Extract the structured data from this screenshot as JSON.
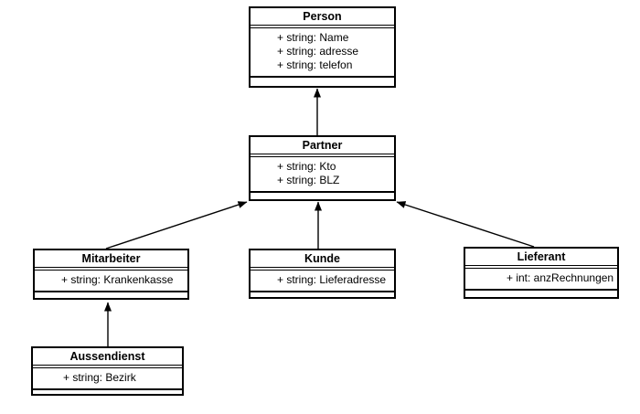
{
  "diagram": {
    "kind": "uml-class-diagram",
    "colors": {
      "background": "#ffffff",
      "line": "#000000",
      "box_fill": "#ffffff",
      "text": "#000000"
    },
    "classes": [
      {
        "name": "Person",
        "attributes": [
          "+ string:  Name",
          "+ string:  adresse",
          "+ string:  telefon"
        ]
      },
      {
        "name": "Partner",
        "attributes": [
          "+ string:  Kto",
          "+ string:  BLZ"
        ]
      },
      {
        "name": "Mitarbeiter",
        "attributes": [
          "+ string:  Krankenkasse"
        ]
      },
      {
        "name": "Kunde",
        "attributes": [
          "+ string:  Lieferadresse"
        ]
      },
      {
        "name": "Lieferant",
        "attributes": [
          "+ int:  anzRechnungen"
        ]
      },
      {
        "name": "Aussendienst",
        "attributes": [
          "+ string:  Bezirk"
        ]
      }
    ],
    "relations": [
      {
        "from": "Partner",
        "to": "Person",
        "type": "generalization"
      },
      {
        "from": "Mitarbeiter",
        "to": "Partner",
        "type": "generalization"
      },
      {
        "from": "Kunde",
        "to": "Partner",
        "type": "generalization"
      },
      {
        "from": "Lieferant",
        "to": "Partner",
        "type": "generalization"
      },
      {
        "from": "Aussendienst",
        "to": "Mitarbeiter",
        "type": "generalization"
      }
    ]
  }
}
